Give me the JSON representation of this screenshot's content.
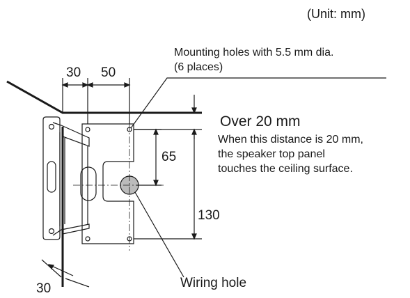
{
  "labels": {
    "unit": "(Unit: mm)",
    "mounting_holes_line1": "Mounting holes with 5.5 mm dia.",
    "mounting_holes_line2": "(6 places)",
    "dim_30_top": "30",
    "dim_50": "50",
    "over_20": "Over 20 mm",
    "note_line1": "When this distance is 20 mm,",
    "note_line2": "the speaker top panel",
    "note_line3": "touches the ceiling surface.",
    "dim_65": "65",
    "dim_130": "130",
    "wiring_hole": "Wiring hole",
    "dim_30_bottom": "30"
  },
  "colors": {
    "line": "#1a1a1a",
    "background": "#ffffff"
  }
}
